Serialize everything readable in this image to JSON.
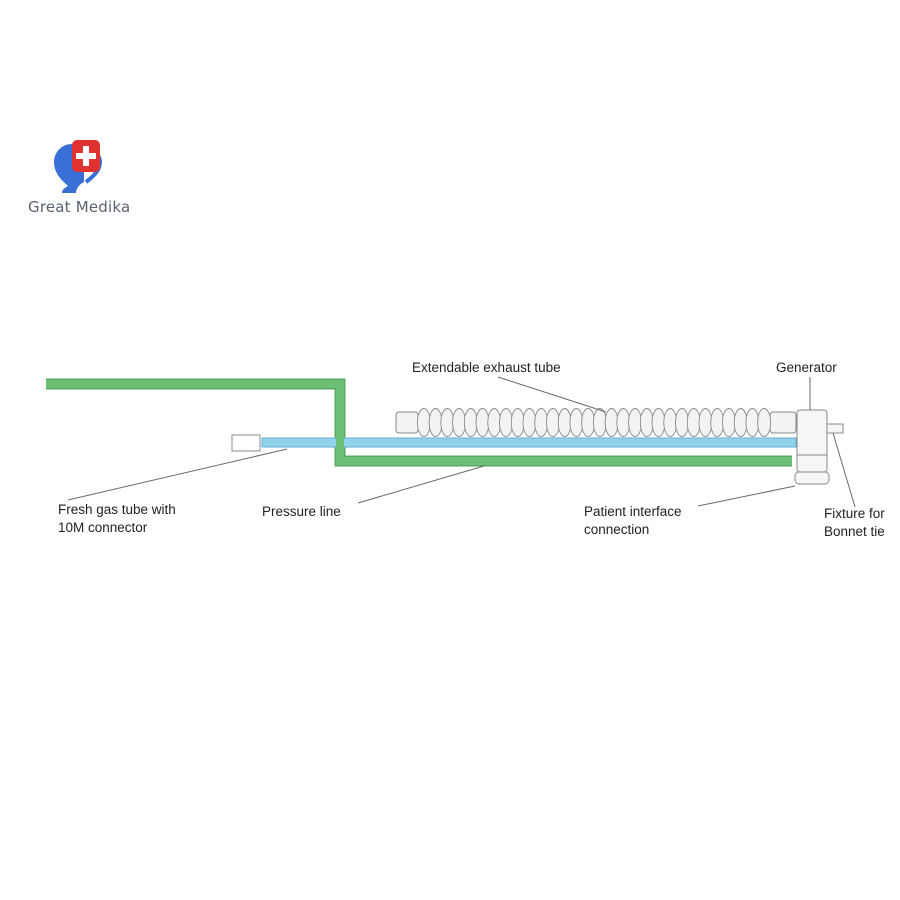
{
  "brand": {
    "name": "Great Medika",
    "logo_icon": "medical-cross-heart-icon",
    "colors": {
      "blue": "#3a6fd8",
      "red": "#e0322f"
    }
  },
  "diagram": {
    "colors": {
      "fresh_gas_tube": "#6cbf74",
      "pressure_line": "#8fd3ec",
      "exhaust_tube": "#f3f3f3",
      "outline": "#8a8a8a",
      "leader_line": "#6a6a6a"
    },
    "labels": {
      "exhaust_tube": "Extendable exhaust tube",
      "generator": "Generator",
      "fresh_gas": "Fresh gas tube with\n10M connector",
      "pressure_line": "Pressure line",
      "patient_interface": "Patient interface\nconnection",
      "bonnet_fixture": "Fixture for\nBonnet tie"
    }
  }
}
